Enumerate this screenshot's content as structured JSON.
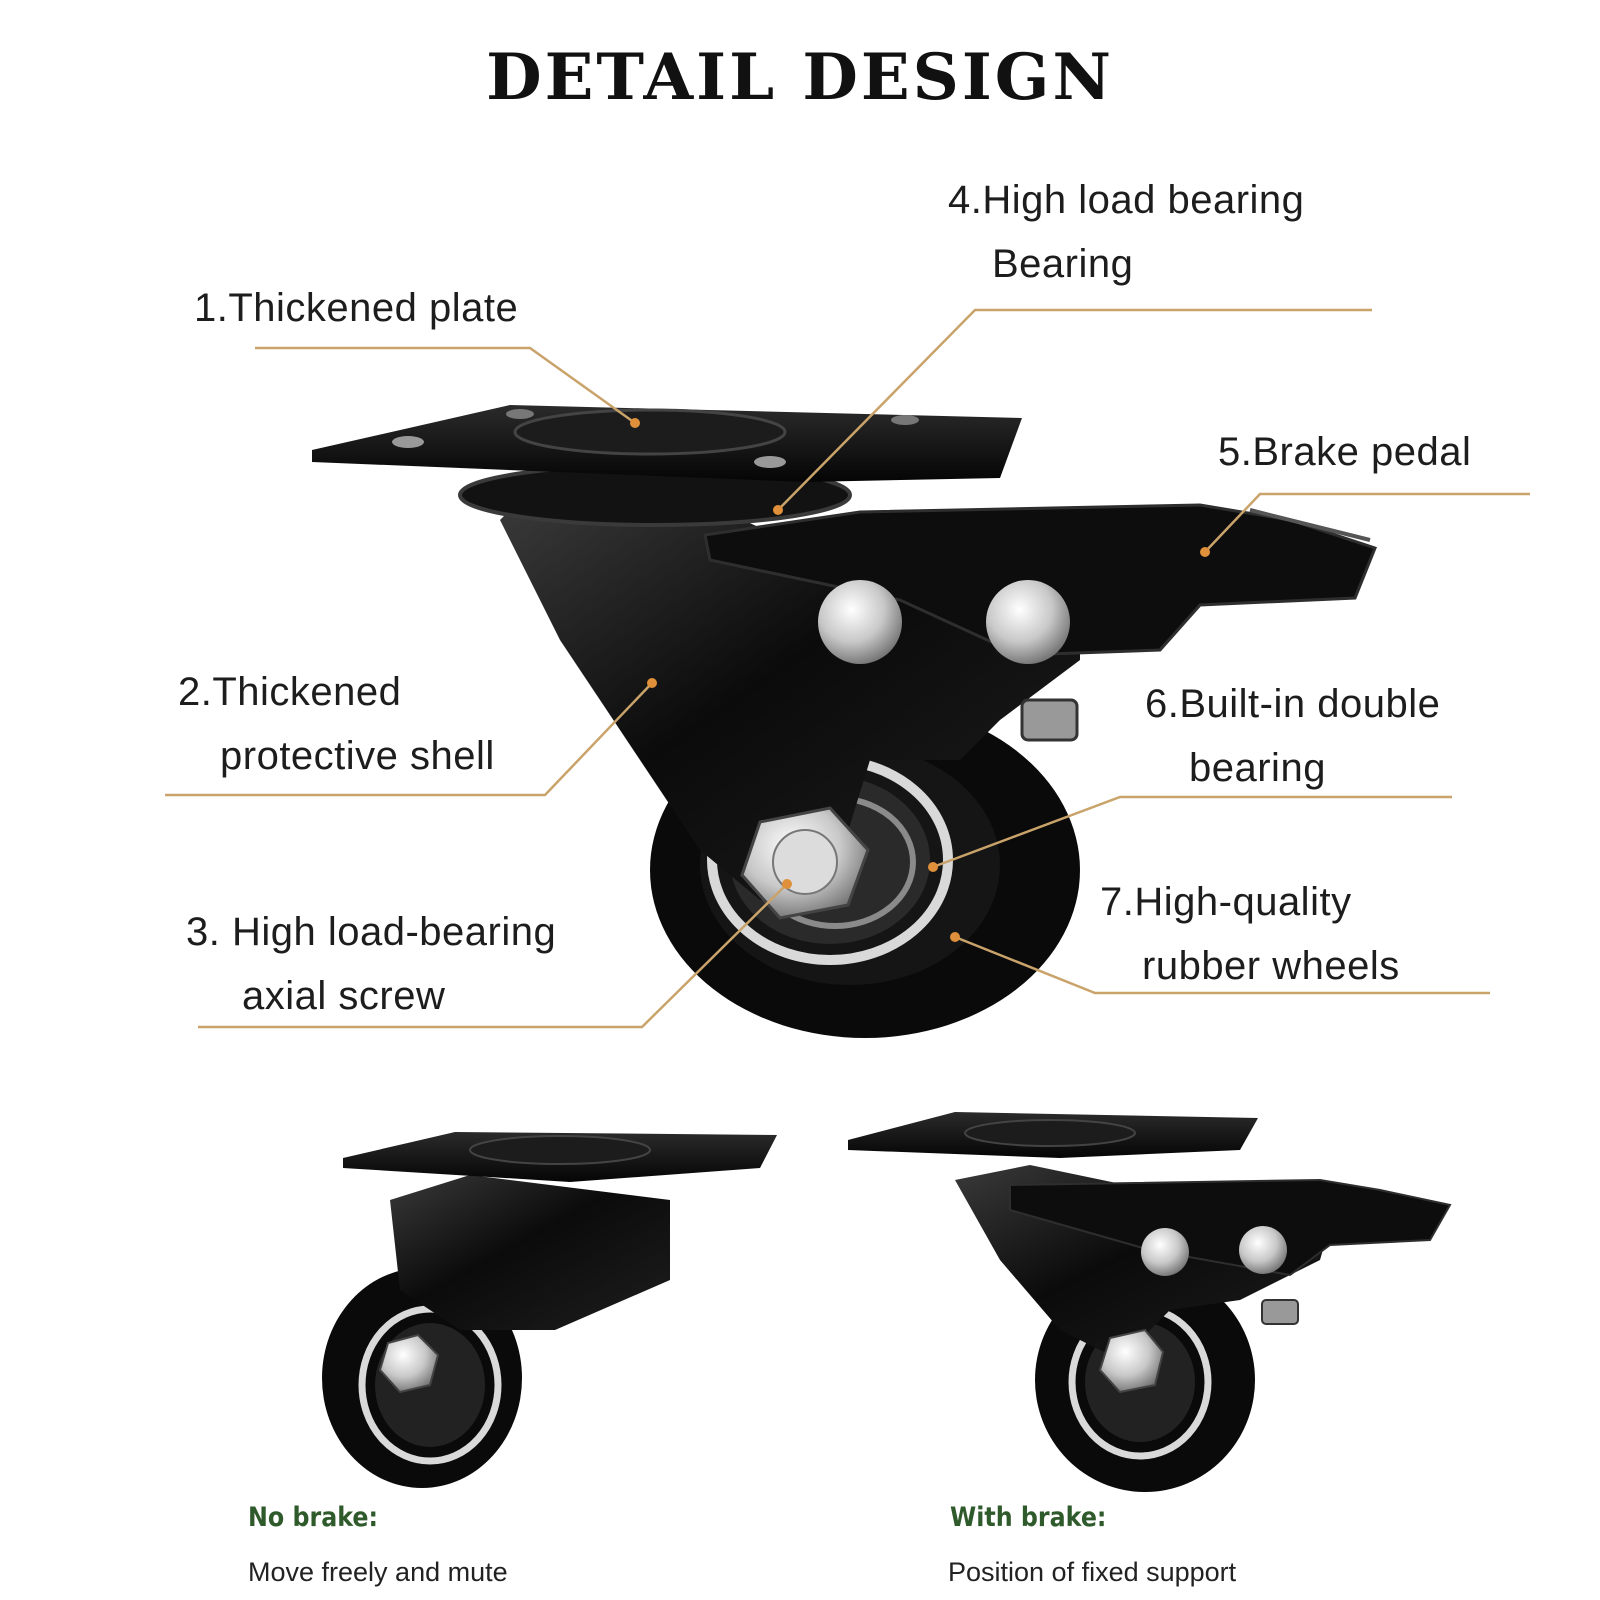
{
  "title": "DETAIL DESIGN",
  "labels": {
    "plate": "1.Thickened plate",
    "shell_1": "2.Thickened",
    "shell_2": "protective shell",
    "screw_1": "3. High load-bearing",
    "screw_2": "axial screw",
    "bearing_1": "4.High load bearing",
    "bearing_2": "Bearing",
    "pedal": "5.Brake pedal",
    "double_1": "6.Built-in double",
    "double_2": "bearing",
    "wheel_1": "7.High-quality",
    "wheel_2": "rubber wheels"
  },
  "variants": {
    "no_brake": {
      "title": "No brake:",
      "text": "Move freely and mute"
    },
    "with_brake": {
      "title": "With brake:",
      "text": "Position of fixed support"
    }
  },
  "colors": {
    "leader": "#c9a36a",
    "dot": "#e0903a",
    "variant_title": "#2f5a2b"
  }
}
